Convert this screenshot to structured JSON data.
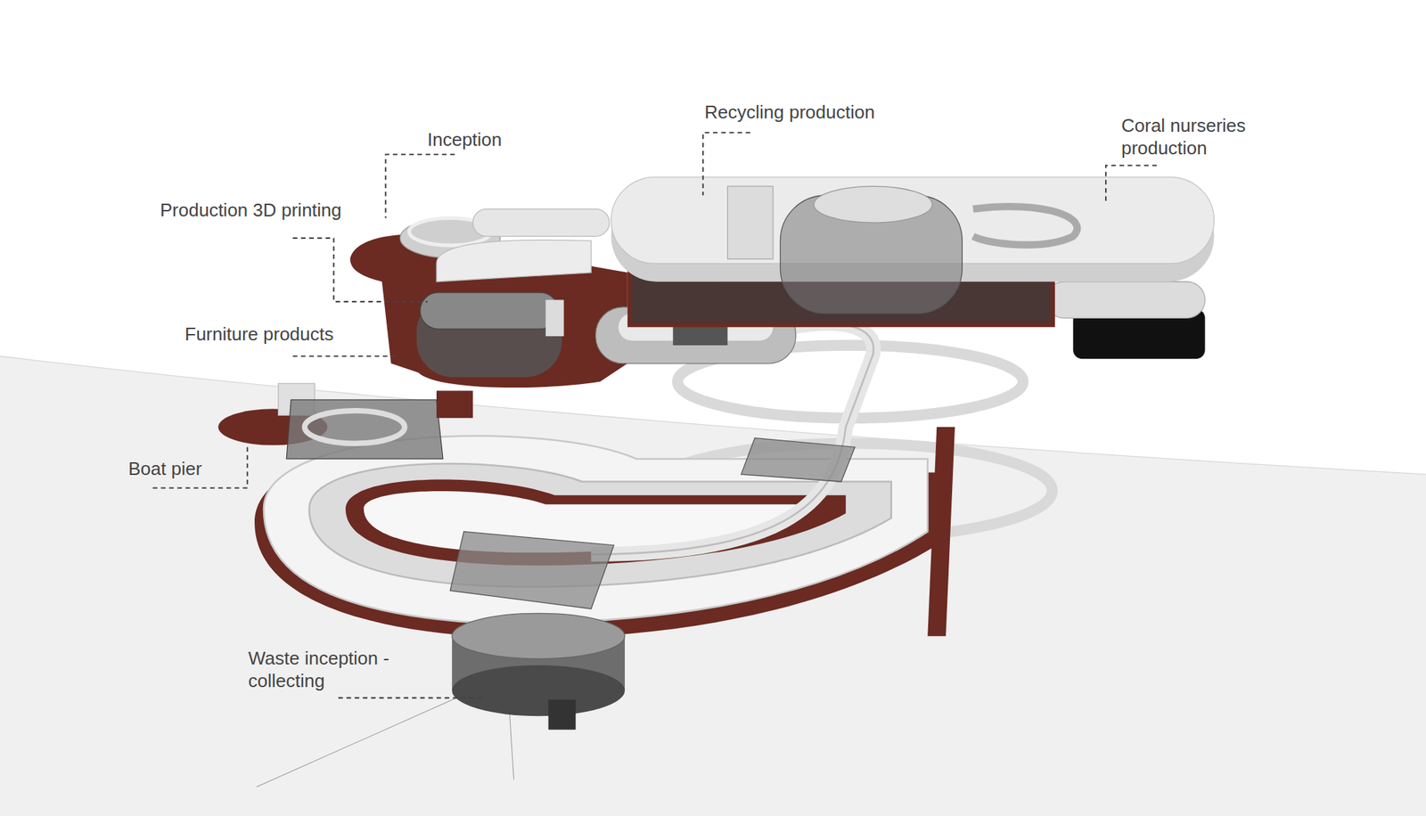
{
  "diagram": {
    "labels": [
      "Inception",
      "Recycling production",
      "Coral nurseries production",
      "Production 3D printing",
      "Furniture products",
      "Boat pier",
      "Waste inception - collecting"
    ]
  }
}
